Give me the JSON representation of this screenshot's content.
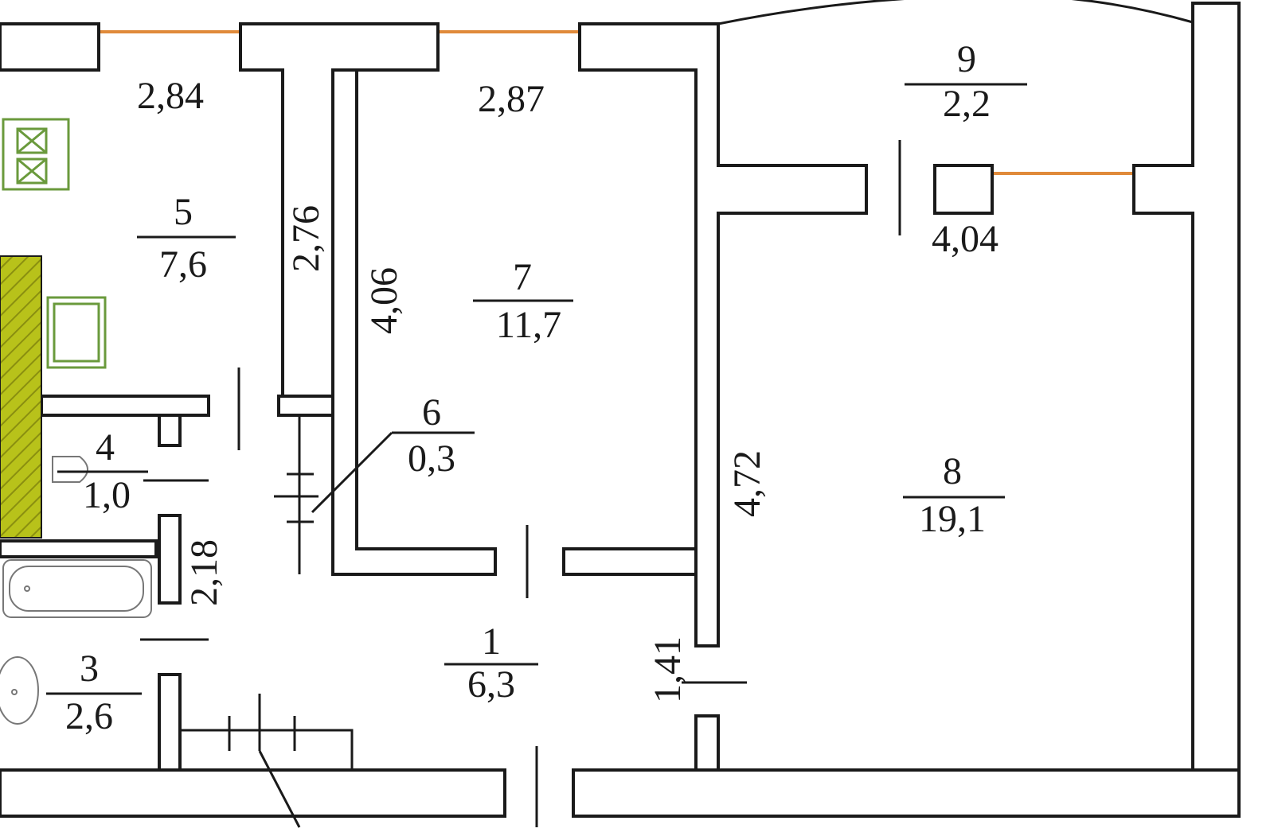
{
  "colors": {
    "wall": "#1a1a1a",
    "window": "#e08a3a",
    "furniture": "#6a9a3c",
    "hatch": "#b8c21a"
  },
  "rooms": [
    {
      "number": "1",
      "area": "6,3"
    },
    {
      "number": "3",
      "area": "2,6"
    },
    {
      "number": "4",
      "area": "1,0"
    },
    {
      "number": "5",
      "area": "7,6"
    },
    {
      "number": "6",
      "area": "0,3"
    },
    {
      "number": "7",
      "area": "11,7"
    },
    {
      "number": "8",
      "area": "19,1"
    },
    {
      "number": "9",
      "area": "2,2"
    }
  ],
  "dimensions": [
    "2,84",
    "2,87",
    "2,76",
    "4,06",
    "4,04",
    "4,72",
    "2,18",
    "1,41"
  ]
}
